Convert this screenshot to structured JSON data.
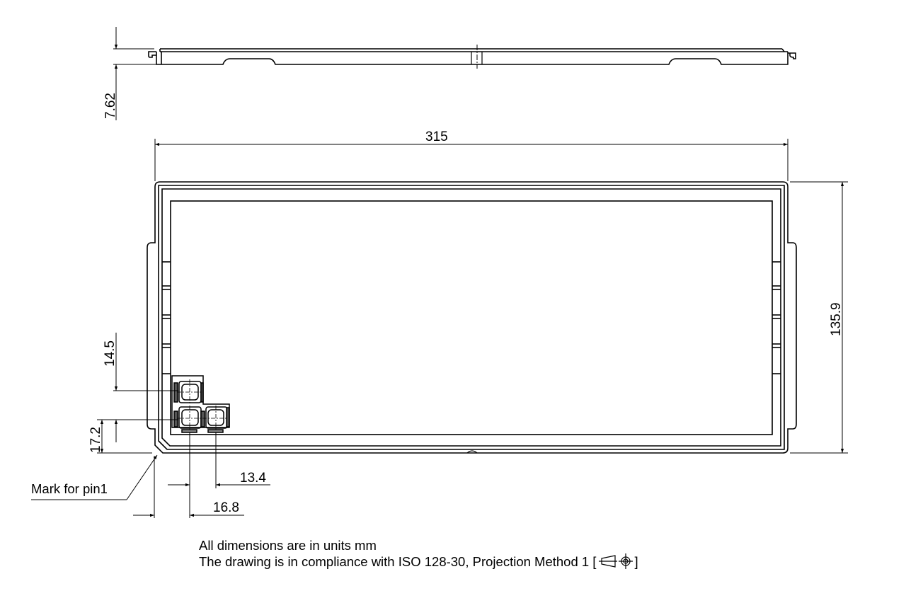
{
  "drawing": {
    "views": [
      "side-view",
      "top-view"
    ],
    "line_color": "#000000",
    "background": "#ffffff"
  },
  "dimensions": {
    "height": "7.62",
    "width": "315",
    "depth": "135.9",
    "pin_y_upper": "14.5",
    "pin_y_lower": "17.2",
    "pin_x_pitch": "13.4",
    "pin_x_offset": "16.8"
  },
  "labels": {
    "pin1_mark": "Mark for pin1"
  },
  "notes": {
    "units": "All dimensions are in units mm",
    "compliance_prefix": "The drawing is in compliance with ISO 128-30, Projection Method 1 [",
    "compliance_suffix": "]",
    "projection_icon": "first-angle-projection-icon"
  }
}
